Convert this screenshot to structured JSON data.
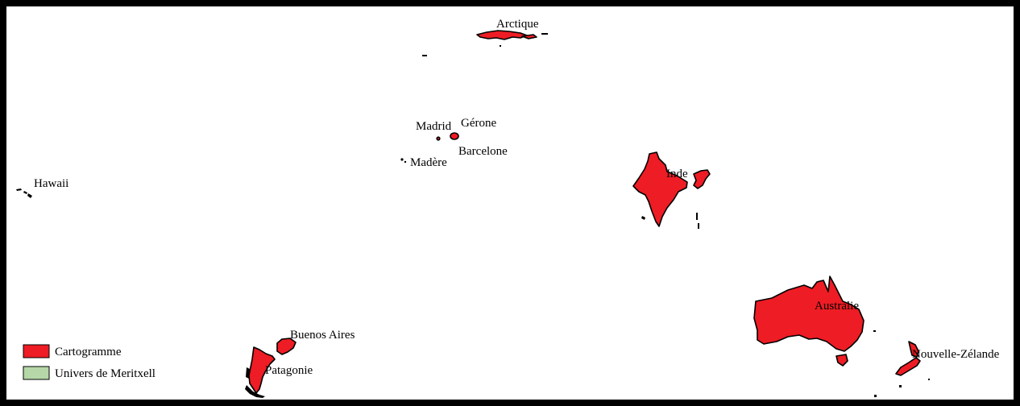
{
  "map": {
    "colors": {
      "cartogram_fill": "#ee1c24",
      "outline": "#000000",
      "universe_fill": "#b6d7a8",
      "frame": "#000000",
      "background": "#ffffff"
    },
    "labels": {
      "arctique": "Arctique",
      "madrid": "Madrid",
      "gerone": "Gérone",
      "barcelone": "Barcelone",
      "madere": "Madère",
      "hawaii": "Hawaii",
      "inde": "Inde",
      "australie": "Australie",
      "nouvelle_zelande": "Nouvelle-Zélande",
      "buenos_aires": "Buenos Aires",
      "patagonie": "Patagonie"
    }
  },
  "legend": {
    "items": [
      {
        "label": "Cartogramme",
        "color": "#ee1c24"
      },
      {
        "label": "Univers de Meritxell",
        "color": "#b6d7a8"
      }
    ]
  }
}
